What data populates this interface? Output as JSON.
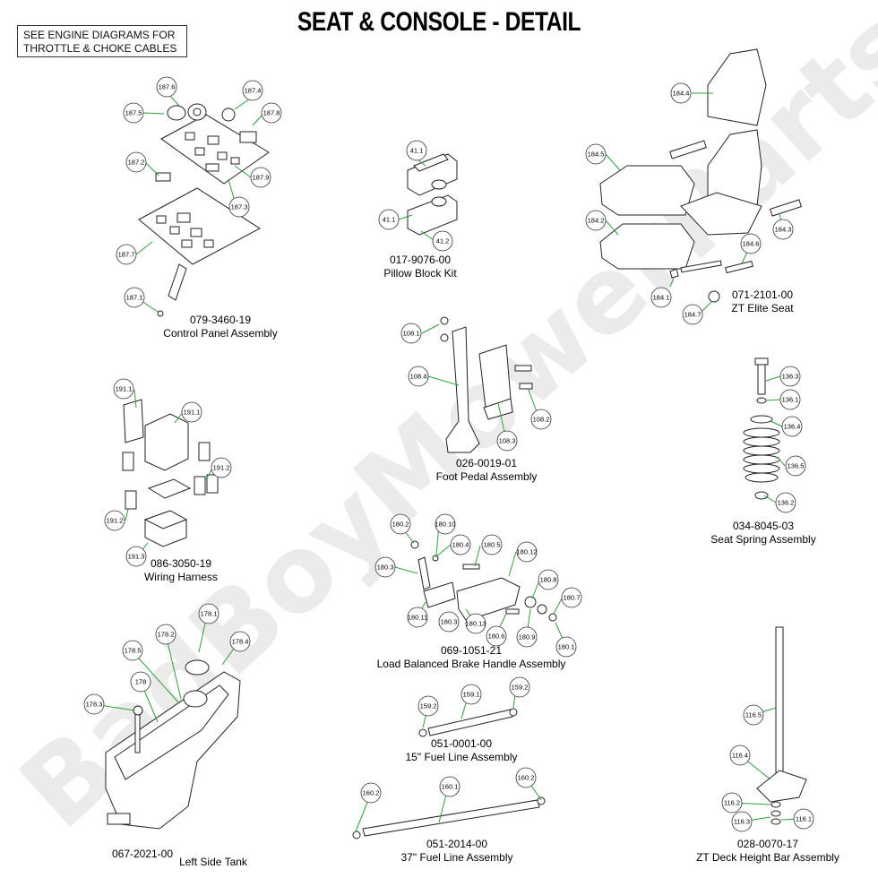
{
  "title": "SEAT & CONSOLE - DETAIL",
  "note": {
    "line1": "SEE ENGINE DIAGRAMS FOR",
    "line2": "THROTTLE & CHOKE CABLES"
  },
  "watermark": "BadBoyMowerParts.com",
  "assemblies": [
    {
      "part": "079-3460-19",
      "name": "Control Panel Assembly"
    },
    {
      "part": "017-9076-00",
      "name": "Pillow Block Kit"
    },
    {
      "part": "071-2101-00",
      "name": "ZT Elite Seat"
    },
    {
      "part": "086-3050-19",
      "name": "Wiring Harness"
    },
    {
      "part": "026-0019-01",
      "name": "Foot Pedal Assembly"
    },
    {
      "part": "034-8045-03",
      "name": "Seat Spring Assembly"
    },
    {
      "part": "069-1051-21",
      "name": "Load Balanced Brake Handle Assembly"
    },
    {
      "part": "051-0001-00",
      "name": "15\" Fuel Line Assembly"
    },
    {
      "part": "067-2021-00",
      "name": "Left Side Tank"
    },
    {
      "part": "051-2014-00",
      "name": "37\" Fuel Line Assembly"
    },
    {
      "part": "028-0070-17",
      "name": "ZT Deck Height Bar Assembly"
    }
  ],
  "callouts": [
    "187.6",
    "187.4",
    "187.5",
    "187.8",
    "187.2",
    "187.9",
    "187.3",
    "187.7",
    "187.1",
    "41.1",
    "41.1",
    "41.2",
    "184.4",
    "184.5",
    "184.2",
    "184.6",
    "184.1",
    "184.7",
    "184.3",
    "108.1",
    "108.4",
    "108.2",
    "108.3",
    "191.1",
    "191.1",
    "191.2",
    "191.2",
    "191.3",
    "136.3",
    "136.1",
    "136.4",
    "136.5",
    "136.2",
    "180.2",
    "180.10",
    "180.4",
    "180.5",
    "180.12",
    "180.3",
    "180.8",
    "180.7",
    "180.11",
    "180.3",
    "180.13",
    "180.6",
    "180.9",
    "180.1",
    "159.2",
    "159.1",
    "159.2",
    "178.1",
    "178.2",
    "178.5",
    "178.4",
    "178",
    "178.3",
    "160.2",
    "160.1",
    "160.2",
    "116.5",
    "116.4",
    "116.2",
    "116.3",
    "116.1"
  ],
  "colors": {
    "leader": "#2e9e3a",
    "line": "#222222",
    "part_fill": "#ffffff"
  }
}
